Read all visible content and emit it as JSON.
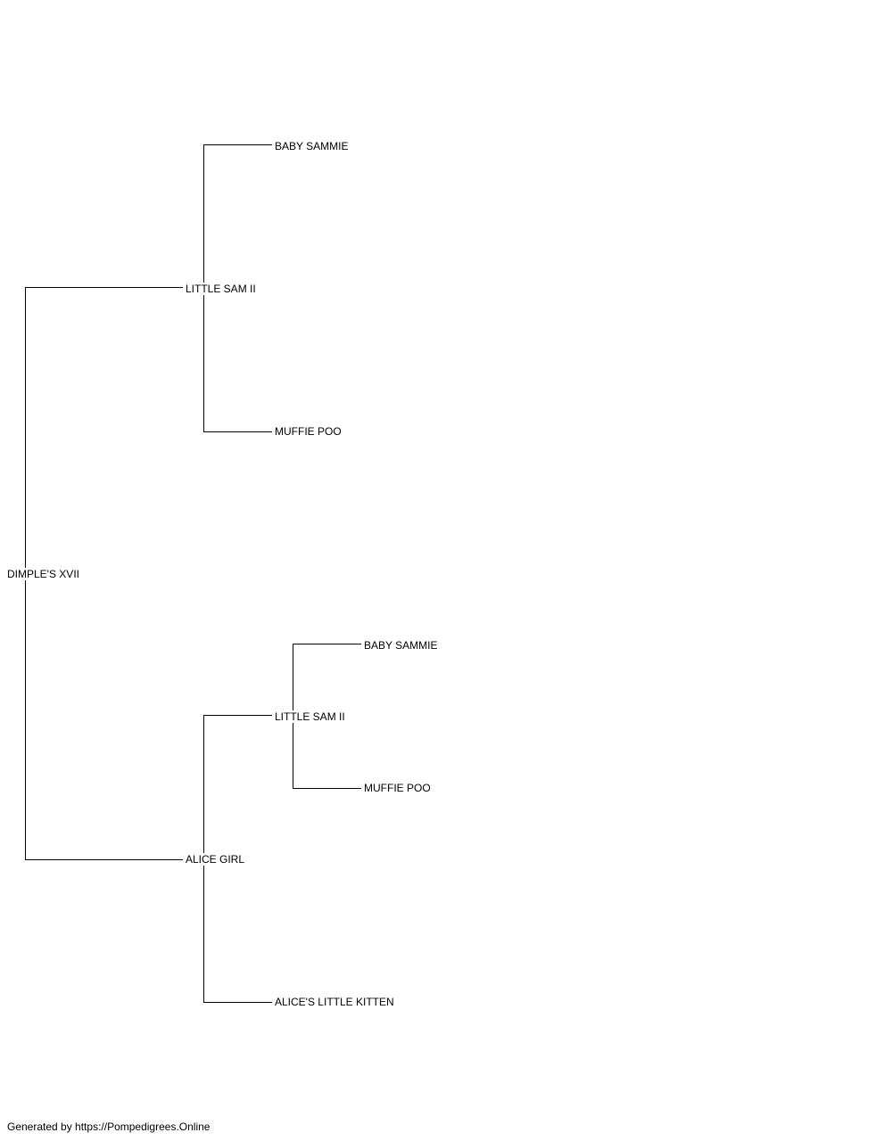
{
  "pedigree": {
    "subject": "DIMPLE'S XVII",
    "sire": {
      "name": "LITTLE SAM II",
      "sire": "BABY SAMMIE",
      "dam": "MUFFIE POO"
    },
    "dam": {
      "name": "ALICE GIRL",
      "sire": {
        "name": "LITTLE SAM II",
        "sire": "BABY SAMMIE",
        "dam": "MUFFIE POO"
      },
      "dam": "ALICE'S LITTLE KITTEN"
    }
  },
  "footer": {
    "text": "Generated by https://Pompedigrees.Online"
  }
}
